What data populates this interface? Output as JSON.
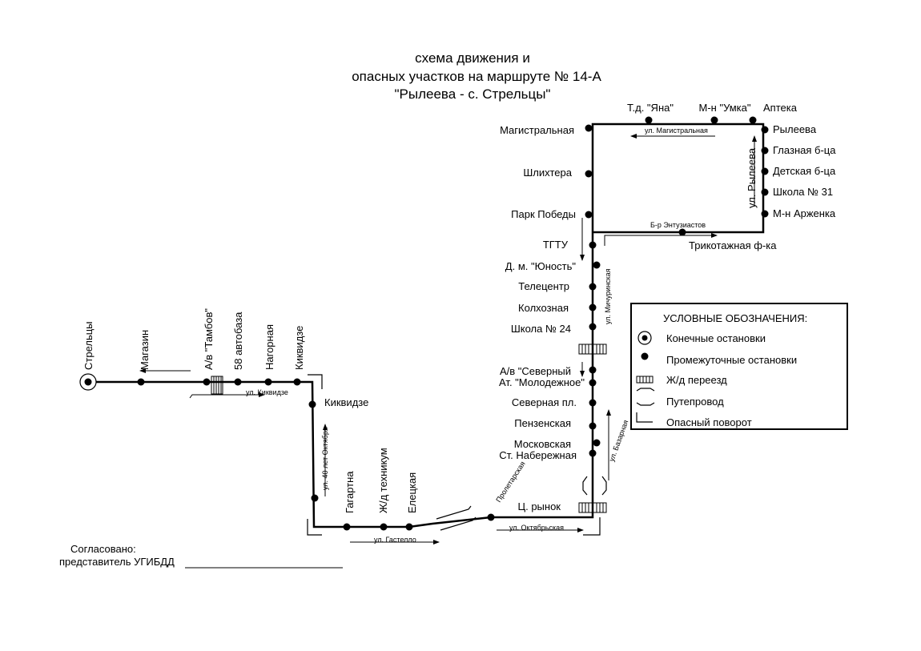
{
  "title": {
    "line1": "схема  движения и",
    "line2": "опасных участков на маршруте № 14-А",
    "line3": "\"Рылеева - с. Стрельцы\""
  },
  "stops": {
    "strelcy": "Стрельцы",
    "magazin": "Магазин",
    "av_tambov": "А/в \"Тамбов\"",
    "avtobaza58": "58 автобаза",
    "nagornaya": "Нагорная",
    "kikvidze_top": "Киквидзе",
    "kikvidze": "Киквидзе",
    "gagartna": "Гагартна",
    "zhd_tekhnikum": "Ж/д техникум",
    "eleckaya": "Елецкая",
    "proletarskaya": "Пролетарская",
    "c_rynok": "Ц. рынок",
    "st_naberezhnaya": "Ст. Набережная",
    "moskovskaya": "Московская",
    "penzenskaya": "Пензенская",
    "severnaya_pl": "Северная пл.",
    "at_molodezhnoe": "Ат. \"Молодежное\"",
    "av_severny": "А/в \"Северный",
    "shkola24": "Школа № 24",
    "kolkhoznaya": "Колхозная",
    "telecentr": "Телецентр",
    "dm_yunost": "Д. м. \"Юность\"",
    "tgtu": "ТГТУ",
    "park_pobedy": "Парк Победы",
    "shlikhtera": "Шлихтера",
    "magistralnaya": "Магистральная",
    "td_yana": "Т.д. \"Яна\"",
    "mn_umka": "М-н \"Умка\"",
    "apteka": "Аптека",
    "ryleeva": "Рылеева",
    "glaznaya": "Глазная б-ца",
    "detskaya": "Детская б-ца",
    "shkola31": "Школа № 31",
    "mn_arzhenka": "М-н Арженка",
    "trikotazhnaya": "Трикотажная ф-ка"
  },
  "streets": {
    "kikvidze": "ул. Киквидзе",
    "oktyabrya40": "ул. 40 лет Октября",
    "gastello": "ул. Гастелло",
    "oktyabrskaya": "ул. Октябрьская",
    "bazarnaya": "ул. Базарная",
    "michurinskaya": "ул. Мичуринская",
    "entuziastov": "Б-р Энтузиастов",
    "magistralnaya": "ул. Магистральная",
    "ryleeva": "ул. Рылеева"
  },
  "legend": {
    "title": "УСЛОВНЫЕ ОБОЗНАЧЕНИЯ:",
    "terminal": "Конечные остановки",
    "intermediate": "Промежуточные остановки",
    "railway": "Ж/д переезд",
    "overpass": "Путепровод",
    "danger": "Опасный поворот"
  },
  "footer": {
    "agreed": "Согласовано:",
    "representative": "представитель УГИБДД"
  }
}
